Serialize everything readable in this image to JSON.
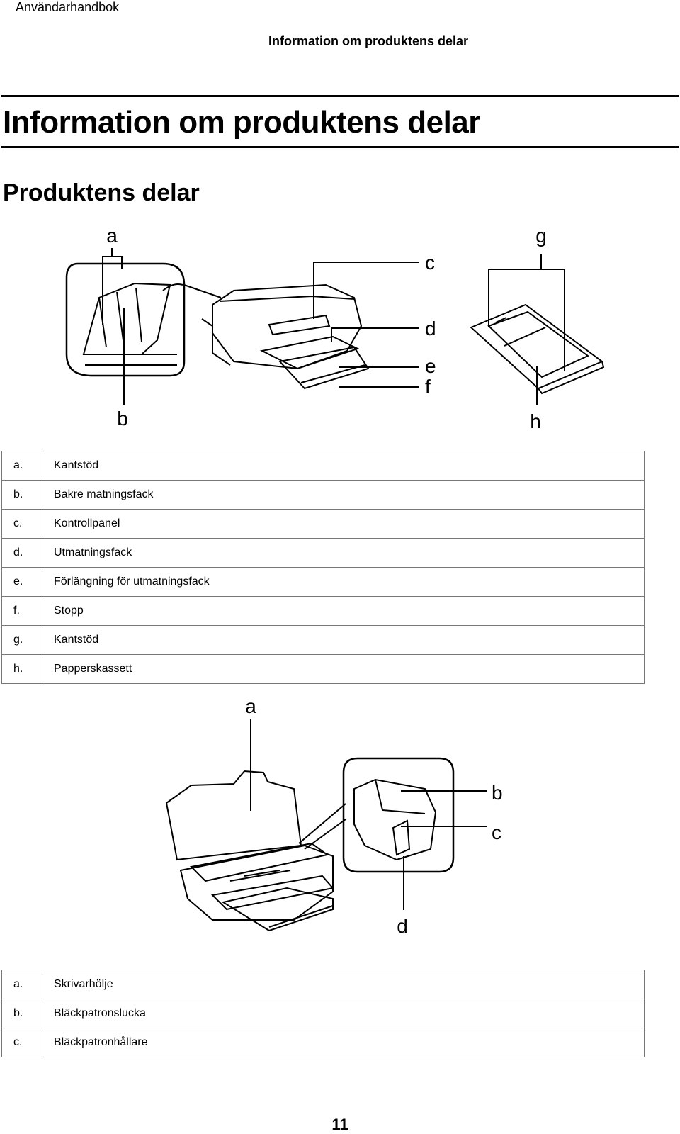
{
  "header": {
    "running_title": "Användarhandbok",
    "section_title": "Information om produktens delar"
  },
  "main": {
    "title": "Information om produktens delar",
    "subtitle": "Produktens delar"
  },
  "figure1": {
    "callouts": [
      "a",
      "b",
      "c",
      "d",
      "e",
      "f",
      "g",
      "h"
    ]
  },
  "table1": [
    {
      "key": "a.",
      "label": "Kantstöd"
    },
    {
      "key": "b.",
      "label": "Bakre matningsfack"
    },
    {
      "key": "c.",
      "label": "Kontrollpanel"
    },
    {
      "key": "d.",
      "label": "Utmatningsfack"
    },
    {
      "key": "e.",
      "label": "Förlängning för utmatningsfack"
    },
    {
      "key": "f.",
      "label": "Stopp"
    },
    {
      "key": "g.",
      "label": "Kantstöd"
    },
    {
      "key": "h.",
      "label": "Papperskassett"
    }
  ],
  "figure2": {
    "callouts": [
      "a",
      "b",
      "c",
      "d"
    ]
  },
  "table2": [
    {
      "key": "a.",
      "label": "Skrivarhölje"
    },
    {
      "key": "b.",
      "label": "Bläckpatronslucka"
    },
    {
      "key": "c.",
      "label": "Bläckpatronhållare"
    }
  ],
  "footer": {
    "page_number": "11"
  }
}
